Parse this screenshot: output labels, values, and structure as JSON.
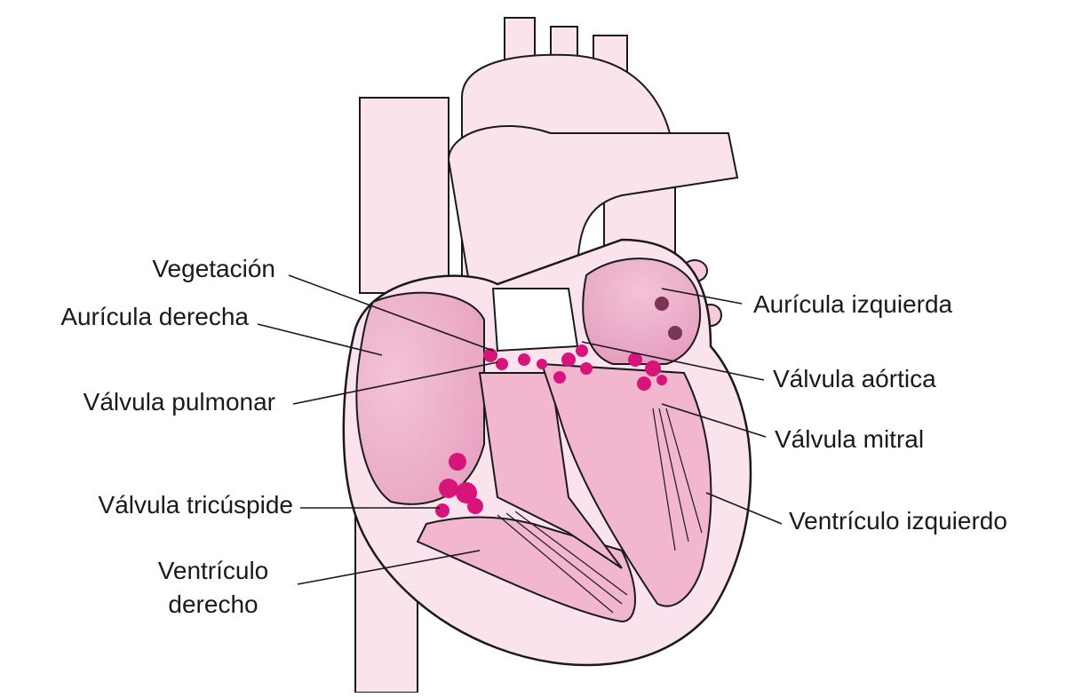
{
  "labels": {
    "vegetacion": "Vegetación",
    "auricula_derecha": "Aurícula derecha",
    "valvula_pulmonar": "Válvula pulmonar",
    "valvula_tricuspide": "Válvula tricúspide",
    "ventriculo_derecho_1": "Ventrículo",
    "ventriculo_derecho_2": "derecho",
    "auricula_izquierda": "Aurícula izquierda",
    "valvula_aortica": "Válvula aórtica",
    "valvula_mitral": "Válvula mitral",
    "ventriculo_izquierdo": "Ventrículo izquierdo"
  },
  "colors": {
    "tissue": "#f7c9dd",
    "vessel": "#fbe3ee",
    "chamber": "#f2b6cf",
    "vegetation": "#d8147a",
    "outline": "#1a1a1a"
  }
}
